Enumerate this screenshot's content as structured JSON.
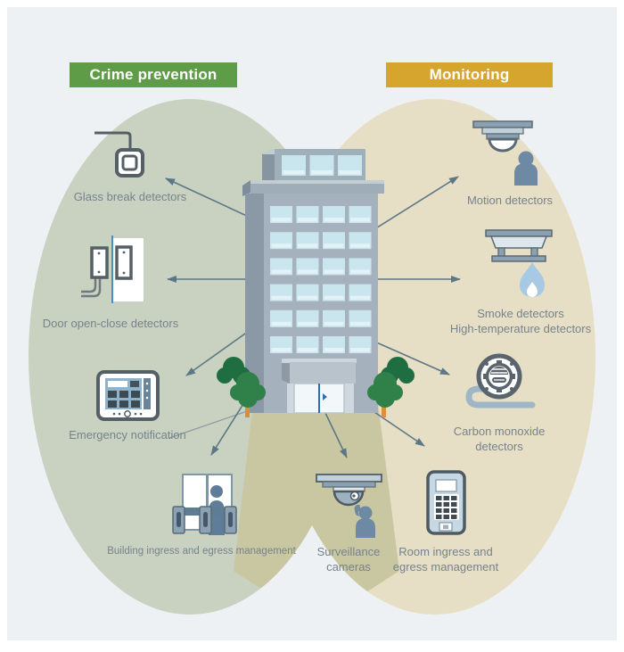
{
  "headers": {
    "crime": "Crime prevention",
    "monitoring": "Monitoring"
  },
  "colors": {
    "crime_header": "#5e9c47",
    "monitoring_header": "#d5a52d",
    "crime_zone": "#c9d1c1",
    "monitoring_zone": "#e6dfc5",
    "overlap_zone": "#c9c6a2",
    "panel_bg": "#eef1f4",
    "arrow": "#5c7886",
    "label_text": "#76838c"
  },
  "labels": {
    "glass_break": "Glass break detectors",
    "door_open_close": "Door open-close detectors",
    "emergency_notification": "Emergency notification",
    "building_ingress": "Building ingress and egress management",
    "motion": "Motion detectors",
    "smoke_line1": "Smoke detectors",
    "smoke_line2": "High-temperature detectors",
    "carbon_monoxide_line1": "Carbon monoxide",
    "carbon_monoxide_line2": "detectors",
    "surveillance_line1": "Surveillance",
    "surveillance_line2": "cameras",
    "room_ingress_line1": "Room ingress and",
    "room_ingress_line2": "egress management"
  }
}
